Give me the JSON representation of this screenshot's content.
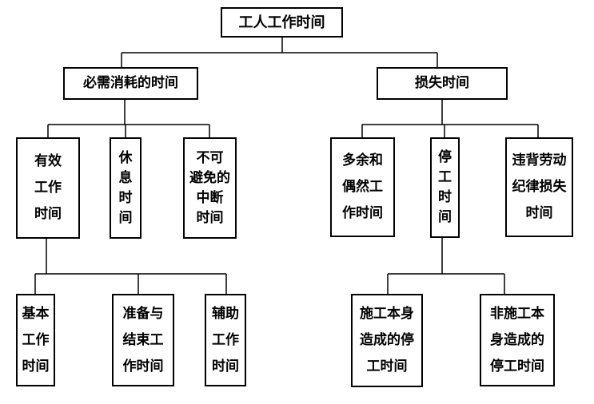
{
  "root": {
    "label": "工人工作时间"
  },
  "necessary": {
    "label": "必需消耗的时间",
    "children": [
      "有效\n工作\n时间",
      "休\n息\n时\n间",
      "不可\n避免的\n中断\n时间"
    ],
    "effective_children": [
      "基本\n工作\n时间",
      "准备与\n结束工\n作时间",
      "辅助\n工作\n时间"
    ]
  },
  "loss": {
    "label": "损失时间",
    "children": [
      "多余和\n偶然工\n作时间",
      "停\n工\n时\n间",
      "违背劳动\n纪律损失\n时间"
    ],
    "stoppage_children": [
      "施工本身\n造成的停\n工时间",
      "非施工本\n身造成的\n停工时间"
    ]
  }
}
